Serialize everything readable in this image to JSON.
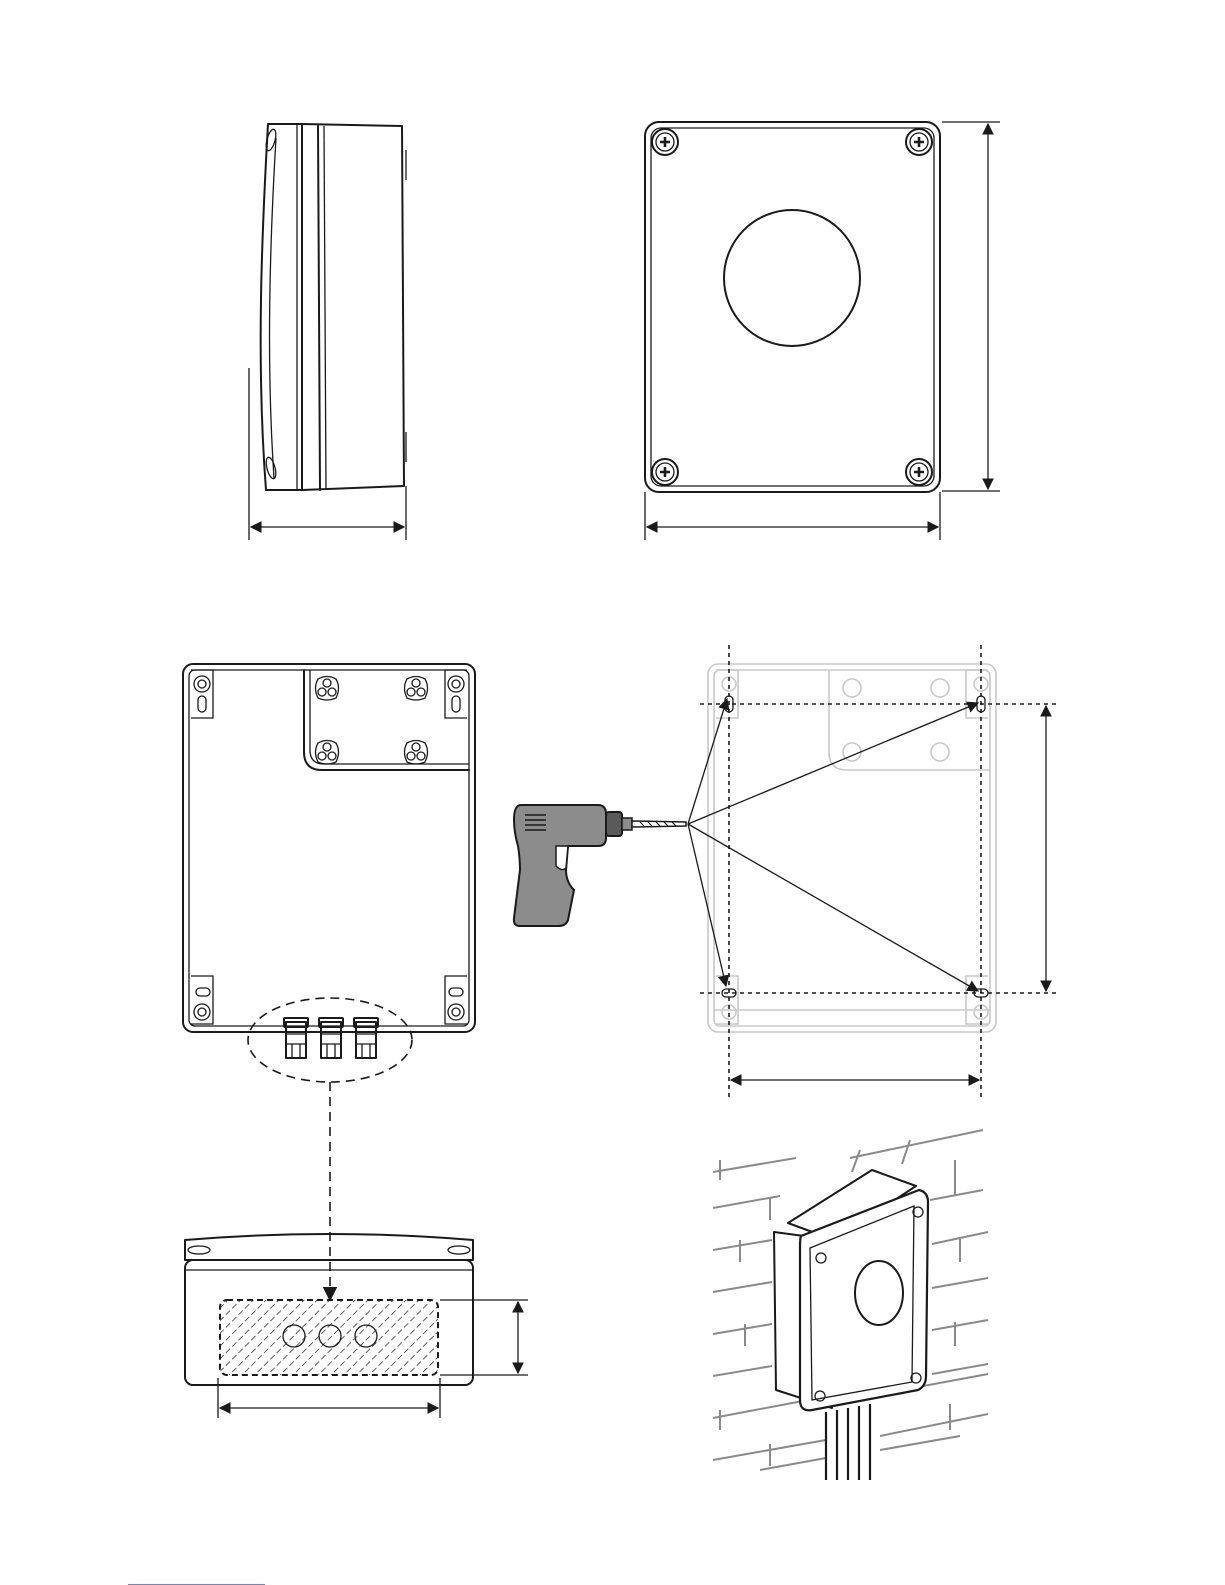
{
  "figure": {
    "views": [
      "side-view",
      "front-view",
      "back-view",
      "drilling-template",
      "bottom-view",
      "wall-mounted-view"
    ],
    "colors": {
      "ink": "#1a1a1a",
      "ghost_outline": "#c8c8c8",
      "drill_gray": "#8c8c8c",
      "bottom_hatch": "#1a1a1a",
      "brick_wall": "#8a8a8a",
      "footer_rule": "#3b5bd6"
    }
  }
}
